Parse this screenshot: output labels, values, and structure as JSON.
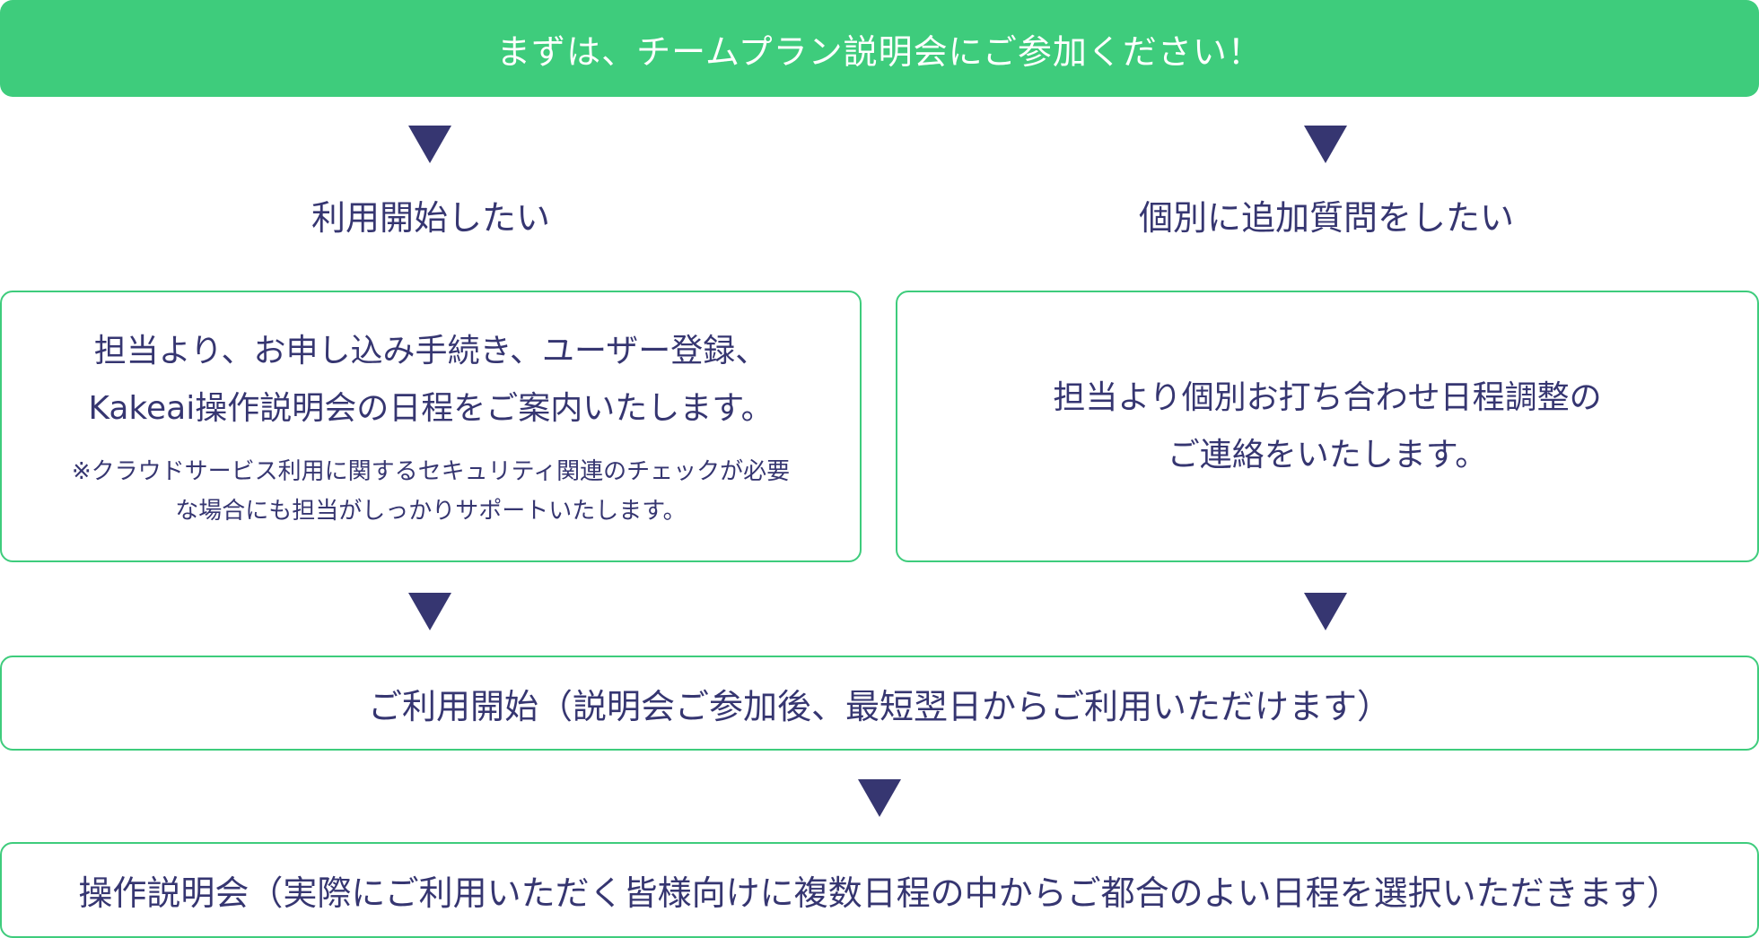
{
  "banner": {
    "text": "まずは、チームプラン説明会にご参加ください！"
  },
  "branches": {
    "left": {
      "label": "利用開始したい",
      "line1": "担当より、お申し込み手続き、ユーザー登録、",
      "line2": "Kakeai操作説明会の日程をご案内いたします。",
      "note_line1": "※クラウドサービス利用に関するセキュリティ関連のチェックが必要",
      "note_line2": "な場合にも担当がしっかりサポートいたします。"
    },
    "right": {
      "label": "個別に追加質問をしたい",
      "line1": "担当より個別お打ち合わせ日程調整の",
      "line2": "ご連絡をいたします。"
    }
  },
  "start": {
    "text": "ご利用開始（説明会ご参加後、最短翌日からご利用いただけます）"
  },
  "session": {
    "text": "操作説明会（実際にご利用いただく皆様向けに複数日程の中からご都合のよい日程を選択いただきます）"
  },
  "colors": {
    "accent_green": "#3ecc7c",
    "text_navy": "#363671",
    "arrow_navy": "#363671"
  }
}
